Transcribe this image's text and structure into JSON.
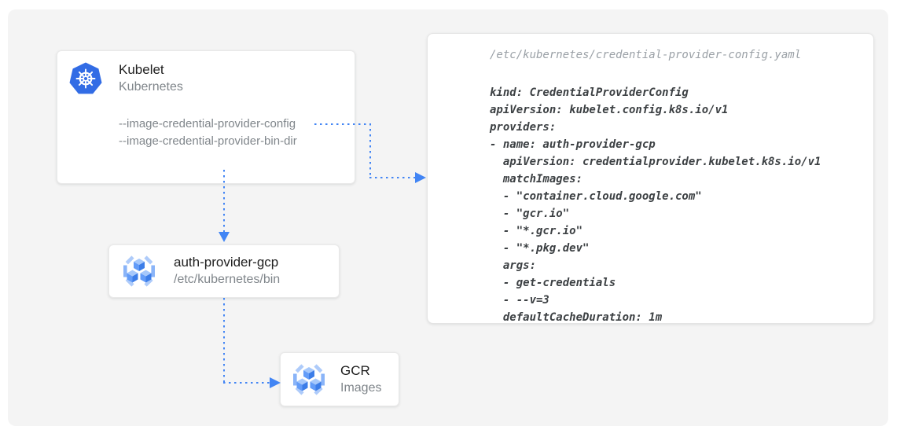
{
  "diagram": {
    "colors": {
      "canvas_background": "#F4F4F4",
      "node_background": "#FFFFFF",
      "arrow_blue": "#4285F4",
      "kubernetes_blue": "#326CE5",
      "registry_icon_blue": "#4285F4",
      "title_text": "#212121",
      "subtitle_text": "#80868B",
      "code_text": "#3C4043",
      "code_header_text": "#9AA0A6"
    },
    "nodes": {
      "kubelet": {
        "title": "Kubelet",
        "subtitle": "Kubernetes",
        "icon": "kubernetes-helm-icon",
        "flags": [
          "--image-credential-provider-config",
          "--image-credential-provider-bin-dir"
        ]
      },
      "auth_provider": {
        "title": "auth-provider-gcp",
        "subtitle": "/etc/kubernetes/bin",
        "icon": "container-registry-icon"
      },
      "gcr": {
        "title": "GCR",
        "subtitle": "Images",
        "icon": "container-registry-icon"
      }
    },
    "config_file": {
      "path": "/etc/kubernetes/credential-provider-config.yaml",
      "code_lines": [
        "kind: CredentialProviderConfig",
        "apiVersion: kubelet.config.k8s.io/v1",
        "providers:",
        "- name: auth-provider-gcp",
        "  apiVersion: credentialprovider.kubelet.k8s.io/v1",
        "  matchImages:",
        "  - \"container.cloud.google.com\"",
        "  - \"gcr.io\"",
        "  - \"*.gcr.io\"",
        "  - \"*.pkg.dev\"",
        "  args:",
        "  - get-credentials",
        "  - --v=3",
        "  defaultCacheDuration: 1m"
      ]
    },
    "edges": [
      {
        "from": "kubelet flag --image-credential-provider-config",
        "to": "credential-provider-config.yaml",
        "style": "dotted-blue-arrow"
      },
      {
        "from": "kubelet",
        "to": "auth-provider-gcp",
        "style": "dotted-blue-arrow"
      },
      {
        "from": "auth-provider-gcp",
        "to": "gcr-images",
        "style": "dotted-blue-arrow"
      }
    ]
  }
}
